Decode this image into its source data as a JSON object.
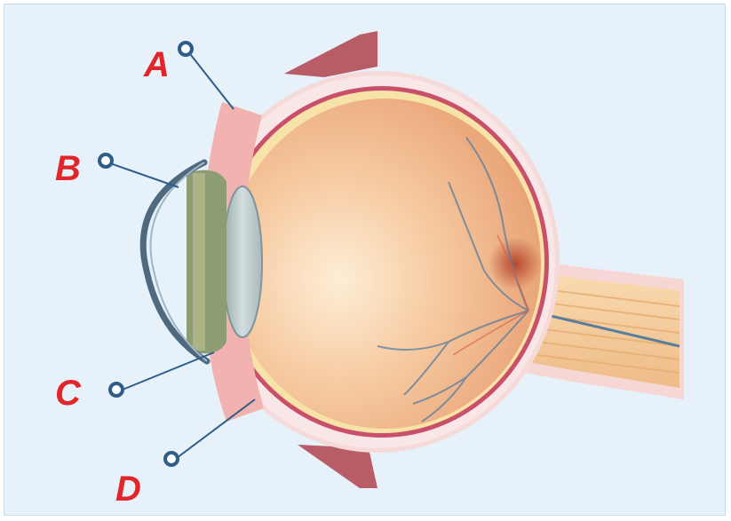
{
  "diagram": {
    "labels": [
      {
        "id": "A",
        "text": "A"
      },
      {
        "id": "B",
        "text": "B"
      },
      {
        "id": "C",
        "text": "C"
      },
      {
        "id": "D",
        "text": "D"
      }
    ],
    "colors": {
      "background": "#e6f1fa",
      "label_text": "#e0262b",
      "leader_line": "#2f5d8a",
      "sclera": "#f6dada",
      "vitreous": "#f2b184",
      "lens": "#b7c7c9",
      "cornea": "#4f6a7f",
      "blood_vessel": "#5a7d9e",
      "optic_nerve": "#f4cf9a",
      "macula": "#b5462c",
      "muscle": "#b24b55"
    }
  }
}
